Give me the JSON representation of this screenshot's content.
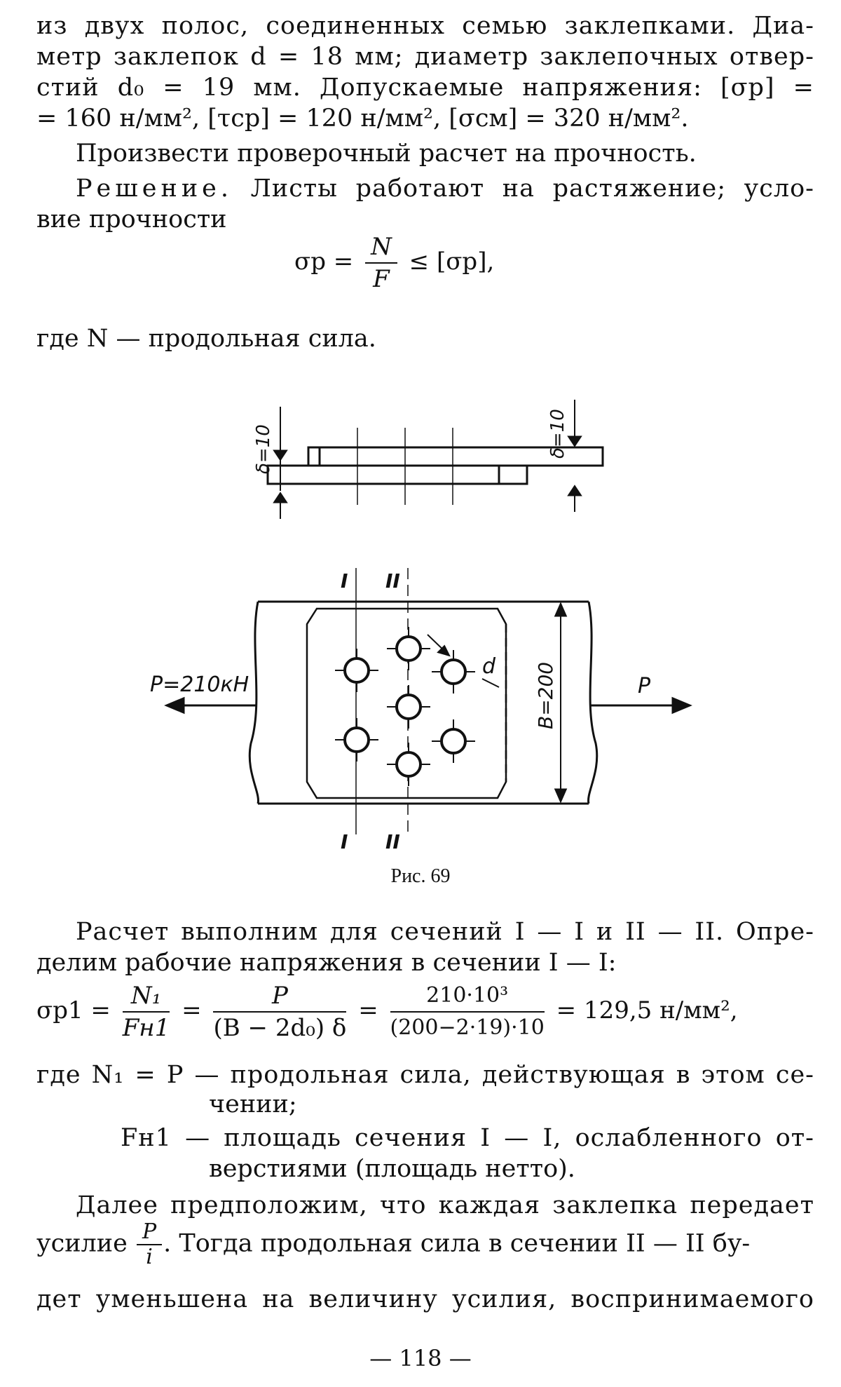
{
  "para1": {
    "l1": "из двух полос, соединенных семью заклепками. Диа-",
    "l2": "метр заклепок d = 18 мм; диаметр заклепочных отвер-",
    "l3": "стий d₀ = 19 мм. Допускаемые напряжения: [σр] =",
    "l4": "= 160 н/мм², [τср] = 120 н/мм², [σсм] = 320 н/мм²."
  },
  "para2": "Произвести проверочный расчет на прочность.",
  "para3": {
    "head": "Решение.",
    "l1": "Листы работают на растяжение; усло-",
    "l2": "вие прочности"
  },
  "formula1": {
    "lhs": "σр =",
    "num": "N",
    "den": "F",
    "rhs": "≤ [σр],"
  },
  "where1": "где N — продольная сила.",
  "figure": {
    "delta_left": "δ=10",
    "delta_right": "δ=10",
    "section_I": "I",
    "section_II": "II",
    "force_left": "P=210кН",
    "force_right": "P",
    "width_label": "B=200",
    "d_label": "d",
    "caption": "Рис. 69"
  },
  "para4": {
    "l1": "Расчет выполним для сечений I — I и II — II. Опре-",
    "l2": "делим рабочие напряжения в сечении I — I:"
  },
  "formula2": {
    "lhs": "σр1 =",
    "f1_num": "N₁",
    "f1_den": "Fн1",
    "f2_num": "P",
    "f2_den": "(B − 2d₀) δ",
    "f3_num": "210·10³",
    "f3_den": "(200−2·19)·10",
    "result": "= 129,5 н/мм²,"
  },
  "where2": {
    "l1": "где N₁ = P — продольная сила, действующая в этом се-",
    "l2": "чении;",
    "l3": "Fн1 — площадь сечения I — I, ослабленного от-",
    "l4": "верстиями (площадь нетто)."
  },
  "para5": {
    "l1": "Далее предположим, что каждая заклепка передает",
    "l2a": "усилие",
    "frac_num": "P",
    "frac_den": "i",
    "l2b": ". Тогда продольная сила в сечении II — II бу-",
    "l3": "дет уменьшена на величину усилия, воспринимаемого"
  },
  "page_number": "— 118 —"
}
